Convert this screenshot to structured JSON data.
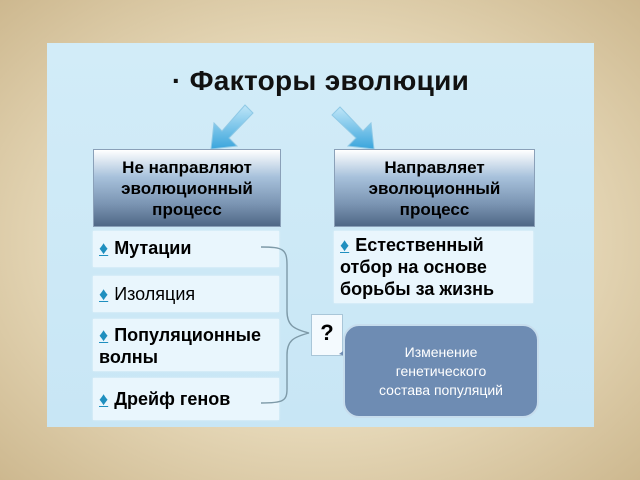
{
  "title": "· Факторы эволюции",
  "left_header": "Не направляют\nэволюционный\nпроцесс",
  "right_header": "Направляет\nэволюционный\nпроцесс",
  "bullet_symbol": "♦",
  "left_items": [
    "Мутации",
    "Изоляция",
    "Популяционные\n      волны",
    "Дрейф генов"
  ],
  "right_item": "Естественный\nотбор на основе\nборьбы  за жизнь",
  "question_mark": "?",
  "callout_text": "Изменение\nгенетического\nсостава популяций",
  "colors": {
    "bullet": "#1f8fbf",
    "arrow": "#4ab0e0",
    "callout": "#6e8cb3"
  }
}
